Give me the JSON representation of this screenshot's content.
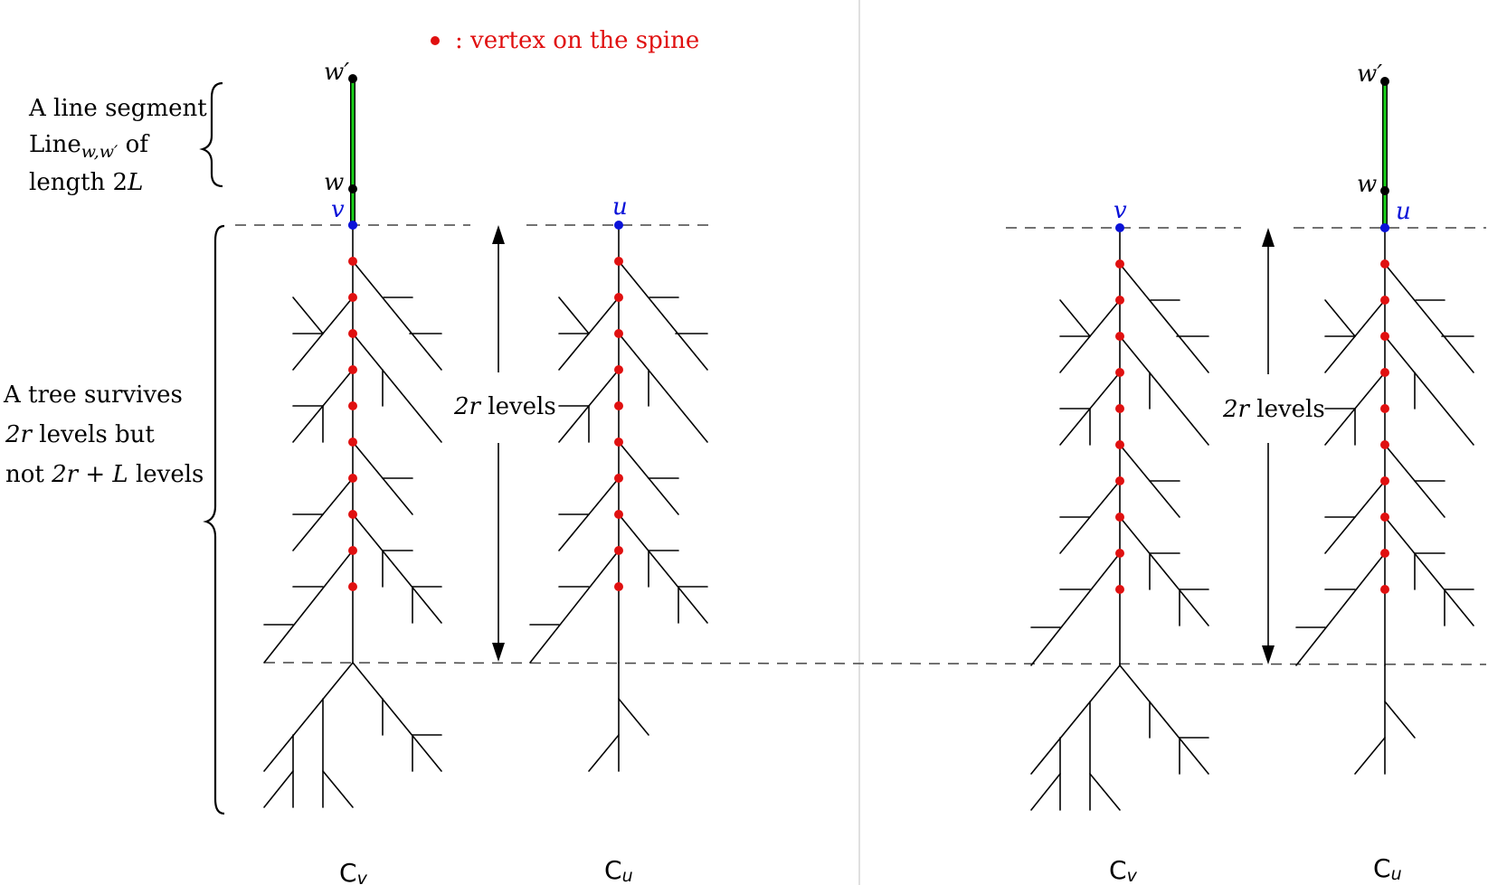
{
  "legend": {
    "dot_color": "#e01010",
    "text": ":  vertex on the spine"
  },
  "colors": {
    "spine_vertex": "#e01010",
    "root_vertex": "#0a12d8",
    "line_segment": "#19d219"
  },
  "left_annotations": {
    "line_segment_line1": "A line segment",
    "line_segment_line2_main": "Line",
    "line_segment_line2_sub": "w,w′",
    "line_segment_line2_tail": " of",
    "line_segment_line3_pre": "length 2",
    "line_segment_line3_math": "L",
    "tree_line1": "A tree survives",
    "tree_line2_math": "2r",
    "tree_line2_tail": " levels but",
    "tree_line3_pre": "not ",
    "tree_line3_math": "2r + L",
    "tree_line3_tail": " levels"
  },
  "vertex_labels": {
    "w_prime": "w′",
    "w": "w",
    "v": "v",
    "u": "u"
  },
  "levels_label_math": "2r",
  "levels_label_tail": " levels",
  "component_labels": {
    "c_main": "C",
    "c_v_sub": "v",
    "c_u_sub": "u"
  }
}
